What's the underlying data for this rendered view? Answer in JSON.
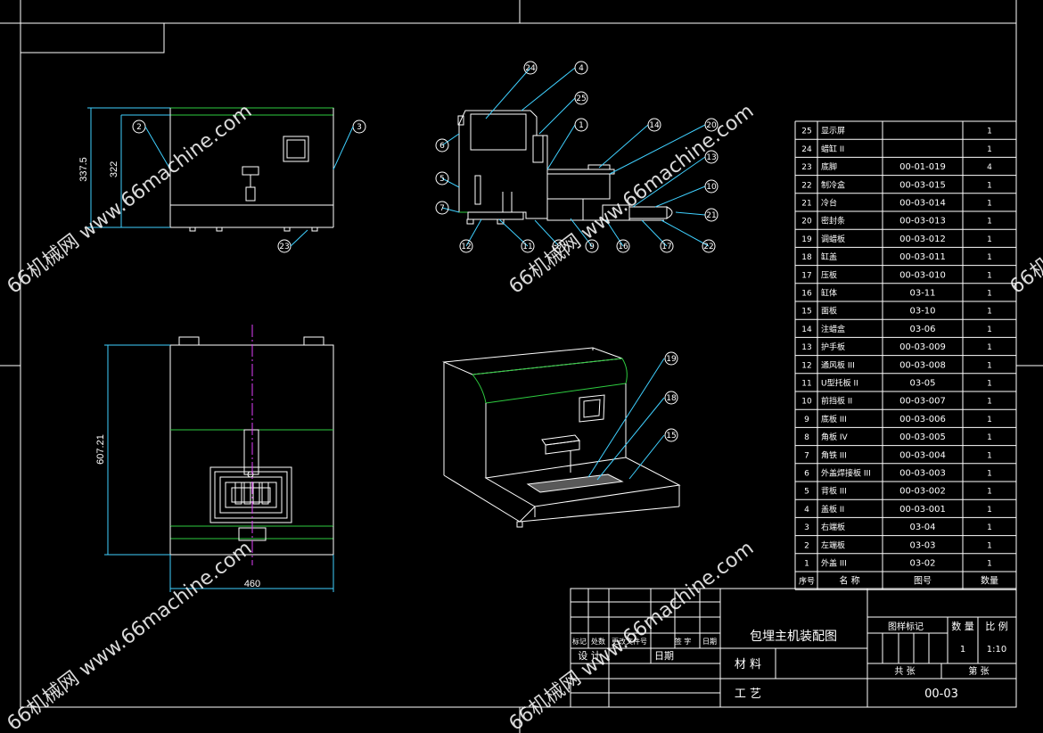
{
  "watermark": "66机械网 www.66machine.com",
  "dimensions": {
    "height_outer": "337.5",
    "height_inner": "322",
    "depth": "607.21",
    "width": "460"
  },
  "balloons": {
    "front": [
      "2",
      "3",
      "23"
    ],
    "side": [
      "24",
      "4",
      "25",
      "1",
      "14",
      "20",
      "6",
      "13",
      "5",
      "10",
      "7",
      "21",
      "12",
      "11",
      "8",
      "9",
      "16",
      "17",
      "22"
    ],
    "iso": [
      "19",
      "18",
      "15"
    ]
  },
  "parts_header": {
    "no": "序号",
    "name": "名 称",
    "drawing": "图号",
    "qty": "数量"
  },
  "parts": [
    {
      "no": "25",
      "name": "显示屏",
      "drawing": "",
      "qty": "1"
    },
    {
      "no": "24",
      "name": "蜡缸 II",
      "drawing": "",
      "qty": "1"
    },
    {
      "no": "23",
      "name": "底脚",
      "drawing": "00-01-019",
      "qty": "4"
    },
    {
      "no": "22",
      "name": "制冷盒",
      "drawing": "00-03-015",
      "qty": "1"
    },
    {
      "no": "21",
      "name": "冷台",
      "drawing": "00-03-014",
      "qty": "1"
    },
    {
      "no": "20",
      "name": "密封条",
      "drawing": "00-03-013",
      "qty": "1"
    },
    {
      "no": "19",
      "name": "调蜡板",
      "drawing": "00-03-012",
      "qty": "1"
    },
    {
      "no": "18",
      "name": "缸盖",
      "drawing": "00-03-011",
      "qty": "1"
    },
    {
      "no": "17",
      "name": "压板",
      "drawing": "00-03-010",
      "qty": "1"
    },
    {
      "no": "16",
      "name": "缸体",
      "drawing": "03-11",
      "qty": "1"
    },
    {
      "no": "15",
      "name": "面板",
      "drawing": "03-10",
      "qty": "1"
    },
    {
      "no": "14",
      "name": "注蜡盒",
      "drawing": "03-06",
      "qty": "1"
    },
    {
      "no": "13",
      "name": "护手板",
      "drawing": "00-03-009",
      "qty": "1"
    },
    {
      "no": "12",
      "name": "通风板 III",
      "drawing": "00-03-008",
      "qty": "1"
    },
    {
      "no": "11",
      "name": "U型托板 II",
      "drawing": "03-05",
      "qty": "1"
    },
    {
      "no": "10",
      "name": "前挡板 II",
      "drawing": "00-03-007",
      "qty": "1"
    },
    {
      "no": "9",
      "name": "底板 III",
      "drawing": "00-03-006",
      "qty": "1"
    },
    {
      "no": "8",
      "name": "角板 IV",
      "drawing": "00-03-005",
      "qty": "1"
    },
    {
      "no": "7",
      "name": "角铁 III",
      "drawing": "00-03-004",
      "qty": "1"
    },
    {
      "no": "6",
      "name": "外盖焊接板 III",
      "drawing": "00-03-003",
      "qty": "1"
    },
    {
      "no": "5",
      "name": "背板 III",
      "drawing": "00-03-002",
      "qty": "1"
    },
    {
      "no": "4",
      "name": "盖板 II",
      "drawing": "00-03-001",
      "qty": "1"
    },
    {
      "no": "3",
      "name": "右端板",
      "drawing": "03-04",
      "qty": "1"
    },
    {
      "no": "2",
      "name": "左端板",
      "drawing": "03-03",
      "qty": "1"
    },
    {
      "no": "1",
      "name": "外盖 III",
      "drawing": "03-02",
      "qty": "1"
    }
  ],
  "title_block": {
    "title": "包埋主机装配图",
    "row_labels": [
      "标记",
      "处数",
      "更改文件号",
      "签 字",
      "日期"
    ],
    "design": "设 计",
    "date": "日期",
    "material": "材 料",
    "process": "工 艺",
    "drawing_mark": "图样标记",
    "quantity_label": "数 量",
    "scale_label": "比 例",
    "quantity": "1",
    "scale": "1:10",
    "sheets_total": "共 张",
    "sheet_no": "第 张",
    "drawing_number": "00-03"
  }
}
